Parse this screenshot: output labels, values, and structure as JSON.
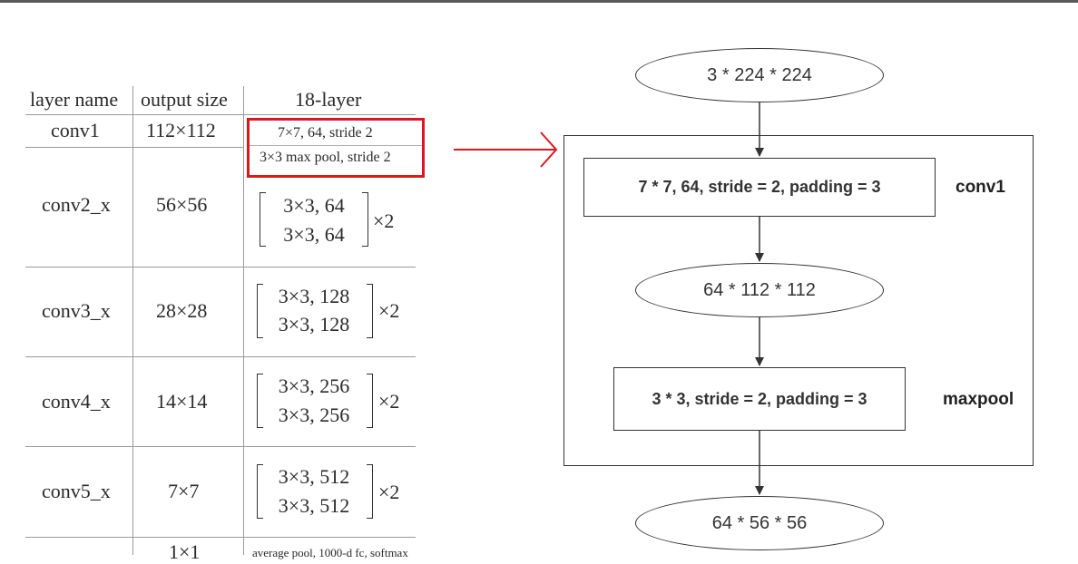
{
  "table": {
    "headers": [
      "layer name",
      "output size",
      "18-layer"
    ],
    "conv1": {
      "name": "conv1",
      "size": "112×112",
      "line1": "7×7, 64, stride 2",
      "line2": "3×3 max pool, stride 2"
    },
    "rows": [
      {
        "name": "conv2_x",
        "size": "56×56",
        "top": "3×3, 64",
        "bottom": "3×3, 64",
        "mult": "×2"
      },
      {
        "name": "conv3_x",
        "size": "28×28",
        "top": "3×3, 128",
        "bottom": "3×3, 128",
        "mult": "×2"
      },
      {
        "name": "conv4_x",
        "size": "14×14",
        "top": "3×3, 256",
        "bottom": "3×3, 256",
        "mult": "×2"
      },
      {
        "name": "conv5_x",
        "size": "7×7",
        "top": "3×3, 512",
        "bottom": "3×3, 512",
        "mult": "×2"
      }
    ],
    "last": {
      "size": "1×1",
      "text": "average pool, 1000-d fc, softmax"
    }
  },
  "diagram": {
    "input": "3 * 224 * 224",
    "conv1_box": "7 * 7, 64, stride = 2, padding = 3",
    "conv1_label": "conv1",
    "mid": "64 * 112 * 112",
    "pool_box": "3 * 3, stride = 2, padding = 3",
    "pool_label": "maxpool",
    "output": "64 * 56 * 56"
  },
  "colors": {
    "highlight": "#e0161c",
    "arrow": "#e0161c",
    "lines": "#333333"
  }
}
